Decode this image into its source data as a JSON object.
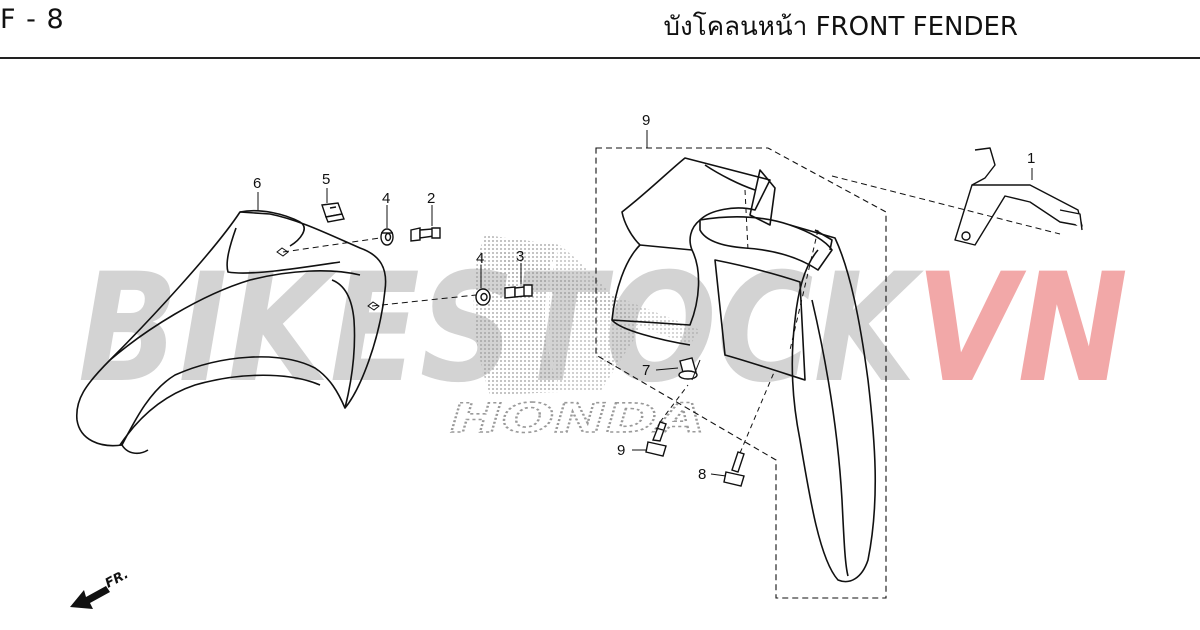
{
  "header": {
    "page_code": "F - 8",
    "title": "บังโคลนหน้า  FRONT FENDER"
  },
  "watermark": {
    "text_gray": "BIKESTOCK",
    "text_red": "VN",
    "brand": "HONDA",
    "gray_color": "#d3d3d3",
    "red_color": "#f2a8a8"
  },
  "callouts": [
    "1",
    "2",
    "3",
    "4",
    "4",
    "5",
    "6",
    "7",
    "8",
    "9",
    "9"
  ],
  "direction": {
    "label": "FR."
  }
}
